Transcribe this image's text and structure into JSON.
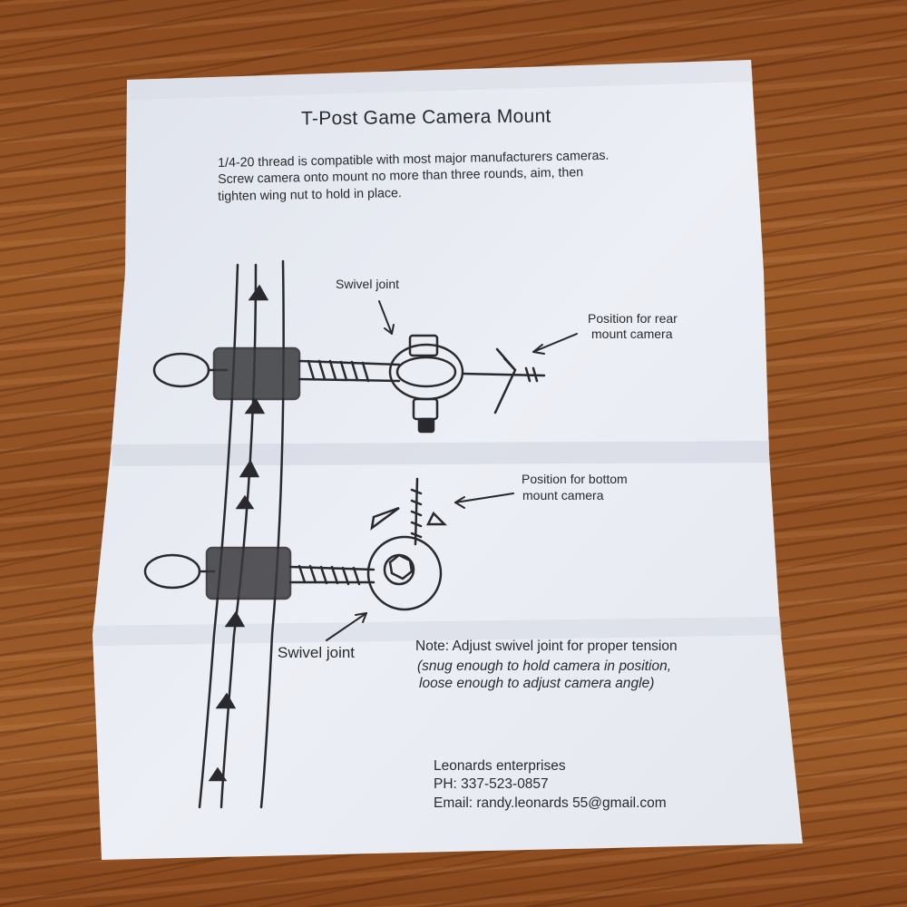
{
  "document": {
    "title": "T-Post Game Camera Mount",
    "intro_lines": [
      "1/4-20 thread is compatible with most major manufacturers cameras.",
      "Screw camera onto mount no more than three rounds, aim, then",
      "tighten wing nut to hold in place."
    ],
    "labels": {
      "swivel_joint_top": "Swivel joint",
      "rear_mount_line1": "Position for rear",
      "rear_mount_line2": "mount camera",
      "bottom_mount_line1": "Position for bottom",
      "bottom_mount_line2": "mount camera",
      "swivel_joint_bottom": "Swivel joint"
    },
    "note_lines": [
      "Note: Adjust swivel joint for proper tension",
      "(snug enough to hold camera in position,",
      "loose enough to adjust camera angle)"
    ],
    "contact": {
      "company": "Leonards enterprises",
      "phone": "PH: 337-523-0857",
      "email": "Email: randy.leonards 55@gmail.com"
    }
  },
  "colors": {
    "paper": "#e9ecf3",
    "ink": "#2a2a2e",
    "wood": "#8f4f22"
  },
  "icons": {
    "t_post": "t-post-drawing",
    "mount_top": "rear-mount-drawing",
    "mount_bottom": "bottom-mount-drawing"
  }
}
